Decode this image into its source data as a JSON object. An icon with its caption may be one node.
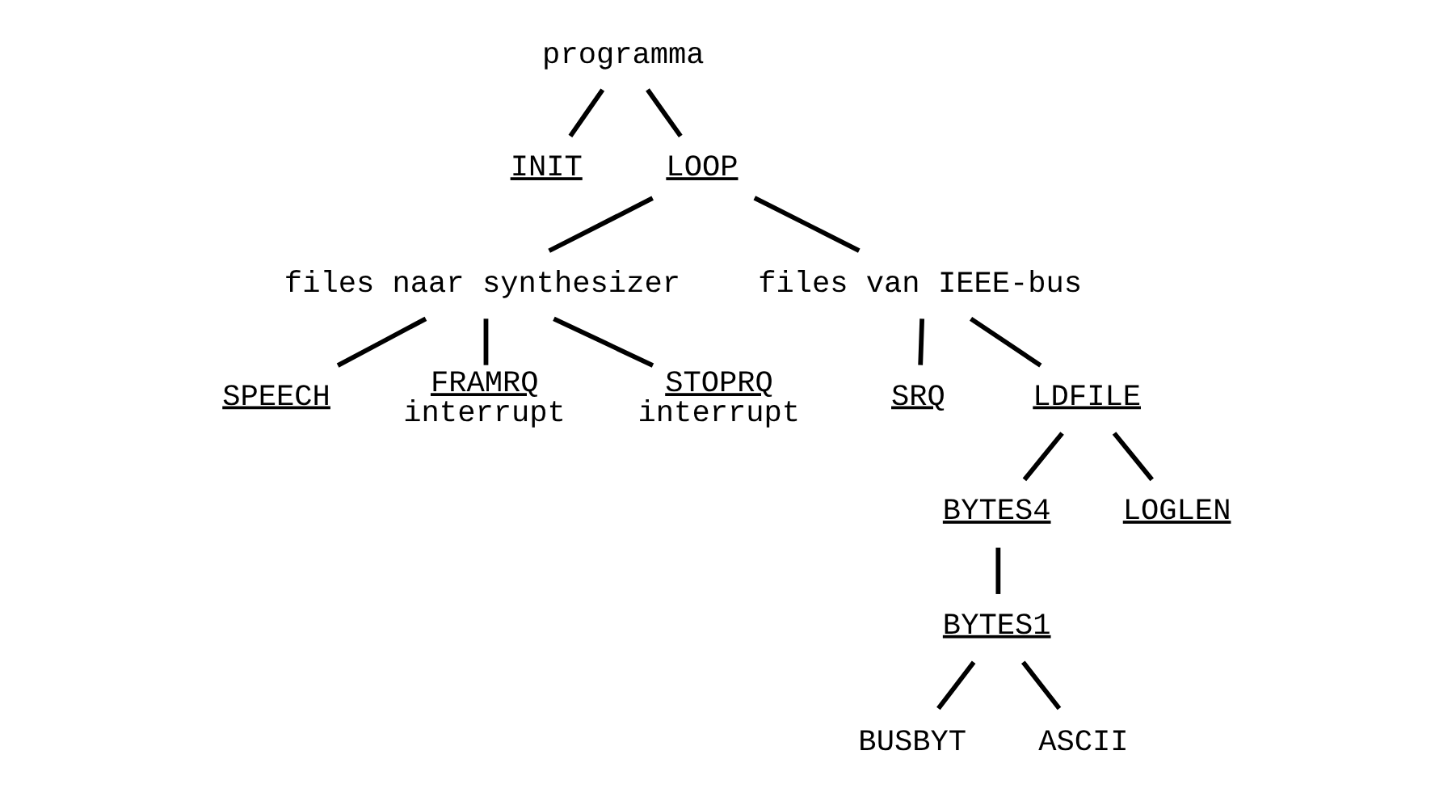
{
  "diagram": {
    "nodes": [
      {
        "text": [
          "programma"
        ]
      },
      {
        "text": [
          "INIT"
        ]
      },
      {
        "text": [
          "LOOP"
        ]
      },
      {
        "text": [
          "files naar synthesizer"
        ]
      },
      {
        "text": [
          "files van IEEE-bus"
        ]
      },
      {
        "text": [
          "SPEECH"
        ]
      },
      {
        "text": [
          "FRAMRQ",
          "interrupt"
        ]
      },
      {
        "text": [
          "STOPRQ",
          "interrupt"
        ]
      },
      {
        "text": [
          "SRQ"
        ]
      },
      {
        "text": [
          "LDFILE"
        ]
      },
      {
        "text": [
          "BYTES4"
        ]
      },
      {
        "text": [
          "LOGLEN"
        ]
      },
      {
        "text": [
          "BYTES1"
        ]
      },
      {
        "text": [
          "BUSBYT"
        ]
      },
      {
        "text": [
          "ASCII"
        ]
      }
    ],
    "edges": [
      {
        "from": 0,
        "to": 1,
        "arrow": "none"
      },
      {
        "from": 0,
        "to": 2,
        "arrow": "none"
      },
      {
        "from": 2,
        "to": 3,
        "arrow": "none"
      },
      {
        "from": 2,
        "to": 4,
        "arrow": "none"
      },
      {
        "from": 3,
        "to": 5,
        "arrow": "none"
      },
      {
        "from": 3,
        "to": 6,
        "arrow": "none"
      },
      {
        "from": 3,
        "to": 7,
        "arrow": "none"
      },
      {
        "from": 4,
        "to": 8,
        "arrow": "none"
      },
      {
        "from": 4,
        "to": 9,
        "arrow": "none"
      },
      {
        "from": 9,
        "to": 10,
        "arrow": "none"
      },
      {
        "from": 9,
        "to": 11,
        "arrow": "none"
      },
      {
        "from": 10,
        "to": 12,
        "arrow": "none"
      },
      {
        "from": 12,
        "to": 13,
        "arrow": "none"
      },
      {
        "from": 12,
        "to": 14,
        "arrow": "none"
      }
    ]
  }
}
